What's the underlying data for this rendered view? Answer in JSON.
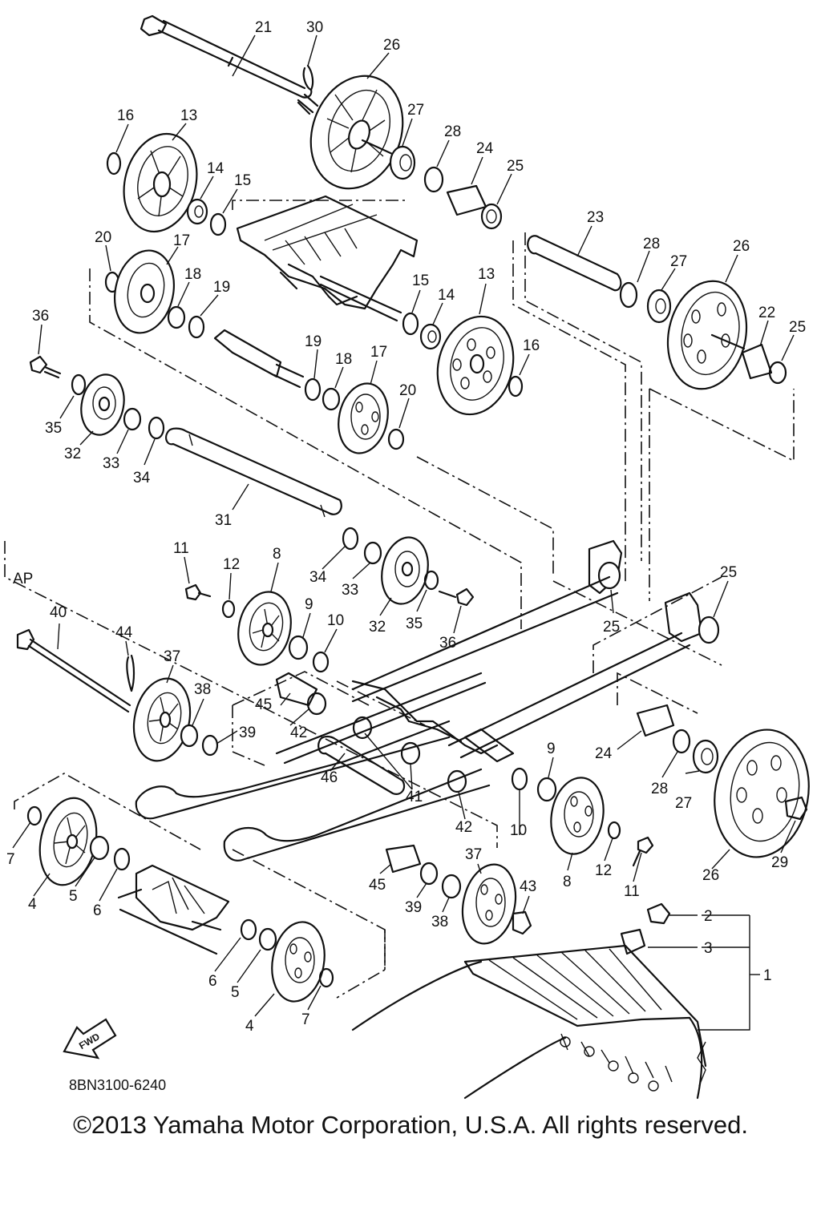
{
  "section_label": "AP",
  "drawing_number": "8BN3100-6240",
  "fwd_label": "FWD",
  "copyright": "©2013 Yamaha Motor Corporation, U.S.A. All rights reserved.",
  "callouts": {
    "c21": "21",
    "c30": "30",
    "c26a": "26",
    "c16a": "16",
    "c13a": "13",
    "c27a": "27",
    "c28a": "28",
    "c24a": "24",
    "c25a": "25",
    "c14a": "14",
    "c15a": "15",
    "c23": "23",
    "c20a": "20",
    "c17a": "17",
    "c28b": "28",
    "c27b": "27",
    "c26b": "26",
    "c18a": "18",
    "c19a": "19",
    "c15b": "15",
    "c13b": "13",
    "c14b": "14",
    "c22": "22",
    "c25b": "25",
    "c36a": "36",
    "c19b": "19",
    "c18b": "18",
    "c17b": "17",
    "c16b": "16",
    "c20b": "20",
    "c35a": "35",
    "c32a": "32",
    "c33a": "33",
    "c34a": "34",
    "c31": "31",
    "c11a": "11",
    "c12a": "12",
    "c8a": "8",
    "c34b": "34",
    "c33b": "33",
    "c32b": "32",
    "c35b": "35",
    "c36b": "36",
    "c25c": "25",
    "c25d": "25",
    "c40": "40",
    "c44": "44",
    "c37a": "37",
    "c9a": "9",
    "c10a": "10",
    "c38a": "38",
    "c45a": "45",
    "c42a": "42",
    "c39a": "39",
    "c24b": "24",
    "c9b": "9",
    "c28c": "28",
    "c27c": "27",
    "c46": "46",
    "c41": "41",
    "c42b": "42",
    "c10b": "10",
    "c7a": "7",
    "c4a": "4",
    "c5a": "5",
    "c6a": "6",
    "c12b": "12",
    "c11b": "11",
    "c8b": "8",
    "c26c": "26",
    "c29": "29",
    "c45b": "45",
    "c39b": "39",
    "c38b": "38",
    "c37b": "37",
    "c43": "43",
    "c2": "2",
    "c3": "3",
    "c1": "1",
    "c6b": "6",
    "c5b": "5",
    "c4b": "4",
    "c7b": "7"
  }
}
